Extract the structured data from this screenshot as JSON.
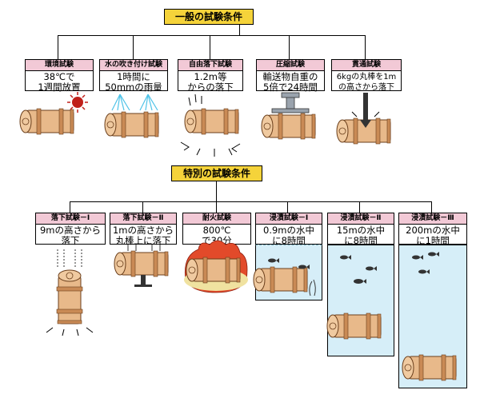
{
  "general": {
    "title": "一般の試験条件",
    "tests": [
      {
        "header": "環境試験",
        "line1": "38℃で",
        "line2": "1週間放置"
      },
      {
        "header": "水の吹き付け試験",
        "line1": "1時間に",
        "line2": "50mmの雨量"
      },
      {
        "header": "自由落下試験",
        "line1": "1.2m等",
        "line2": "からの落下"
      },
      {
        "header": "圧縮試験",
        "line1": "輸送物自重の",
        "line2": "5倍で24時間"
      },
      {
        "header": "貫通試験",
        "line1": "6kgの丸棒を1m",
        "line2": "の高さから落下"
      }
    ]
  },
  "special": {
    "title": "特別の試験条件",
    "tests": [
      {
        "header": "落下試験－Ⅰ",
        "line1": "9mの高さから",
        "line2": "落下"
      },
      {
        "header": "落下試験－Ⅱ",
        "line1": "1mの高さから",
        "line2": "丸棒上に落下"
      },
      {
        "header": "耐火試験",
        "line1": "800℃",
        "line2": "で30分"
      },
      {
        "header": "浸漬試験－Ⅰ",
        "line1": "0.9mの水中",
        "line2": "に8時間"
      },
      {
        "header": "浸漬試験－Ⅱ",
        "line1": "15mの水中",
        "line2": "に8時間"
      },
      {
        "header": "浸漬試験－Ⅲ",
        "line1": "200mの水中",
        "line2": "に1時間"
      }
    ]
  },
  "colors": {
    "title_bg": "#f5d33a",
    "header_bg": "#f2c9d6",
    "cask": "#e8b98a",
    "cask_dark": "#c98a55",
    "water": "#d6eef8",
    "fire": "#e24a2a",
    "sun": "#c0201a",
    "spray": "#4fc3e8"
  }
}
